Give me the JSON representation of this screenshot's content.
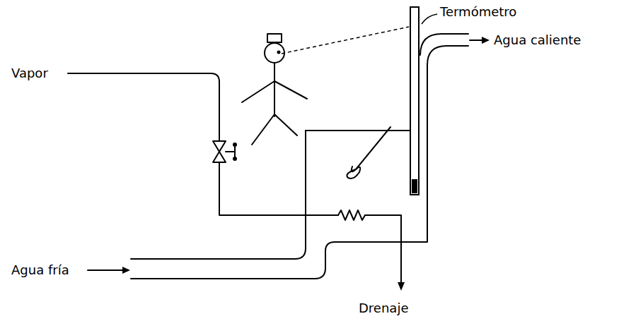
{
  "diagram": {
    "labels": [
      "Termómetro",
      "Agua caliente",
      "Vapor",
      "Agua fría",
      "Drenaje"
    ]
  }
}
